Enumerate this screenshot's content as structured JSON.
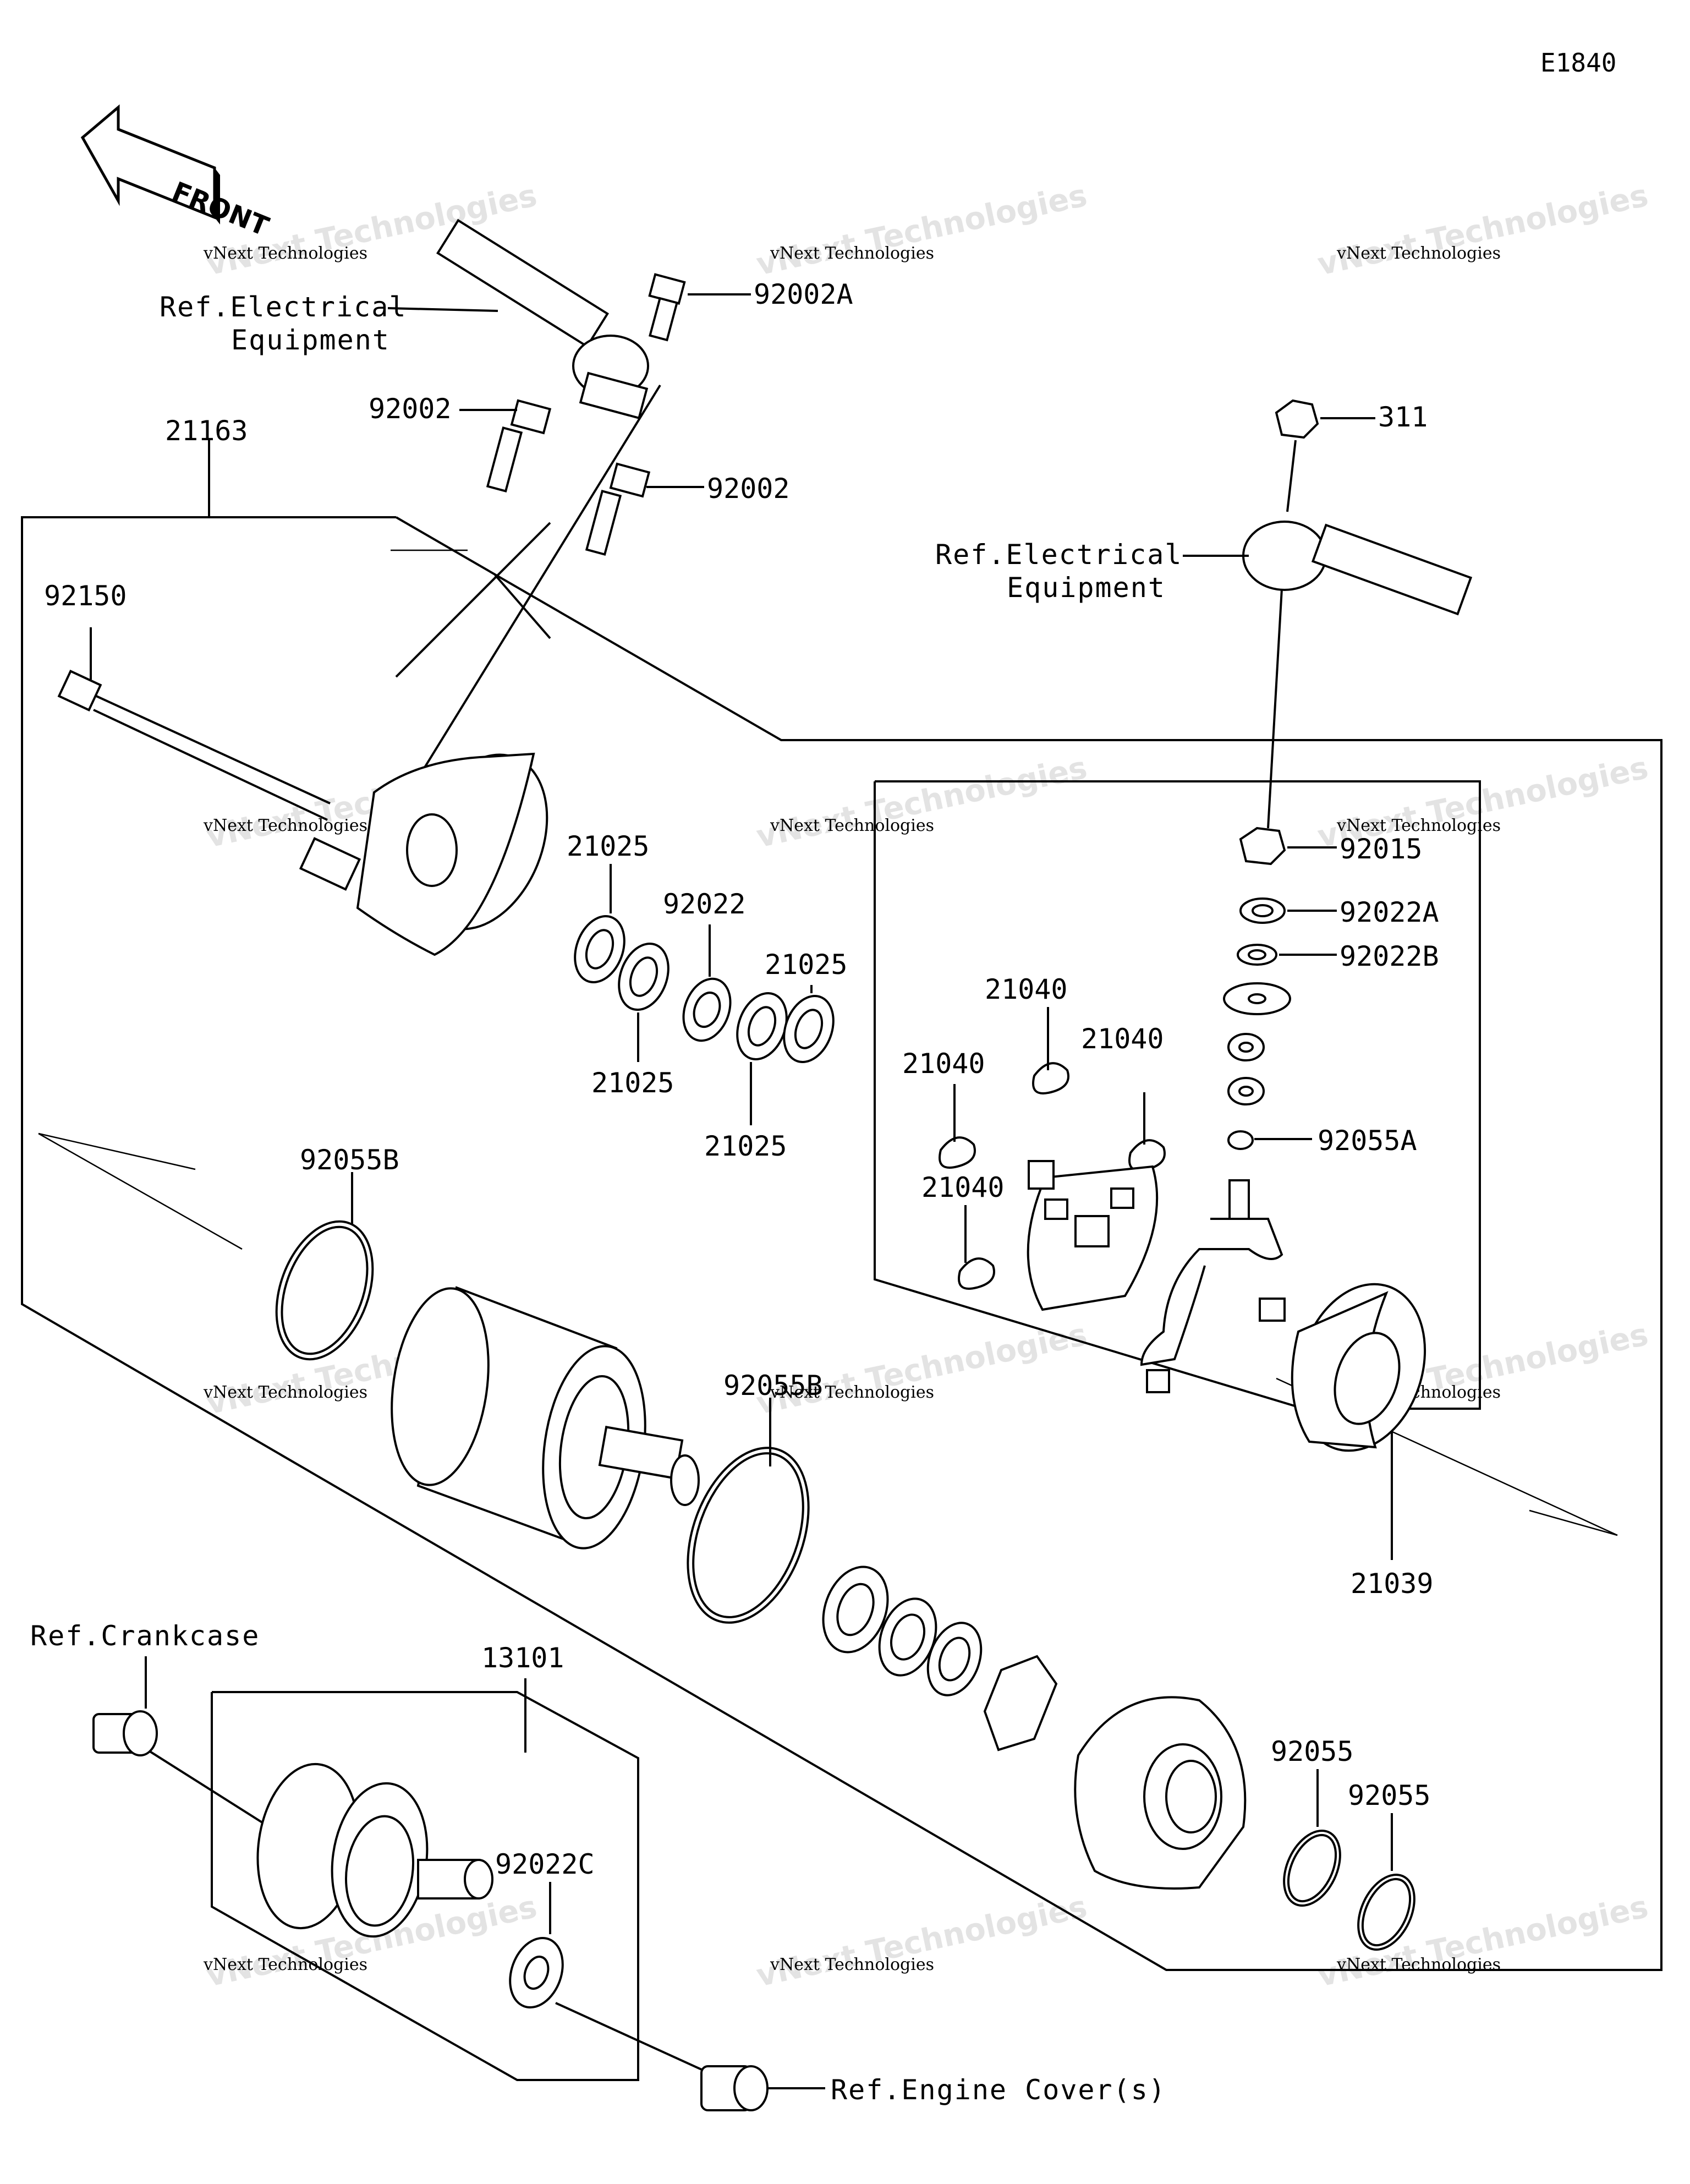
{
  "diagram_id": "E1840",
  "front_label": "FRONT",
  "refs": {
    "electrical_left_1": "Ref.Electrical",
    "electrical_left_2": "Equipment",
    "electrical_right_1": "Ref.Electrical",
    "electrical_right_2": "Equipment",
    "crankcase": "Ref.Crankcase",
    "engine_cover": "Ref.Engine Cover(s)"
  },
  "callouts": {
    "p92002A": "92002A",
    "p92002_a": "92002",
    "p92002_b": "92002",
    "p21163": "21163",
    "p92150": "92150",
    "p311": "311",
    "p21025_a": "21025",
    "p92022": "92022",
    "p21025_b": "21025",
    "p21025_c": "21025",
    "p21025_d": "21025",
    "p92015": "92015",
    "p92022A": "92022A",
    "p92022B": "92022B",
    "p21040_a": "21040",
    "p21040_b": "21040",
    "p21040_c": "21040",
    "p21040_d": "21040",
    "p92055A": "92055A",
    "p92055B_a": "92055B",
    "p92055B_b": "92055B",
    "p21039": "21039",
    "p13101": "13101",
    "p92022C": "92022C",
    "p92055_a": "92055",
    "p92055_b": "92055"
  },
  "watermark": {
    "line1": "vNext Technologies",
    "line2": "vNext Technologies"
  }
}
